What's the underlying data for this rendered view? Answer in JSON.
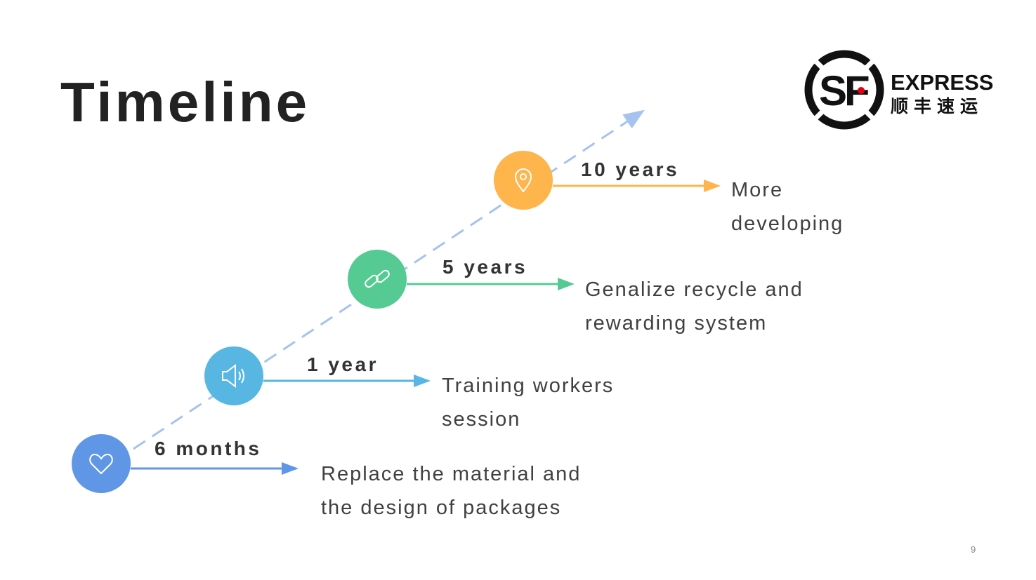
{
  "slide": {
    "title": "Timeline",
    "page_number": "9",
    "logo": {
      "text": "EXPRESS",
      "chinese": "顺丰速运",
      "mark": "SF"
    }
  },
  "milestones": [
    {
      "label": "6 months",
      "desc": [
        "Replace the material and",
        "the design of packages"
      ],
      "icon": "heart-icon",
      "color": "#6096e6"
    },
    {
      "label": "1 year",
      "desc": [
        "Training workers",
        "session"
      ],
      "icon": "speaker-icon",
      "color": "#58b6e3"
    },
    {
      "label": "5 years",
      "desc": [
        "Genalize recycle and",
        "rewarding system"
      ],
      "icon": "link-icon",
      "color": "#55cb93"
    },
    {
      "label": "10 years",
      "desc": [
        "More",
        "developing"
      ],
      "icon": "location-pin-icon",
      "color": "#fdb54c"
    }
  ],
  "colors": {
    "dashed_line": "#a6c3ef",
    "text": "#404040"
  }
}
